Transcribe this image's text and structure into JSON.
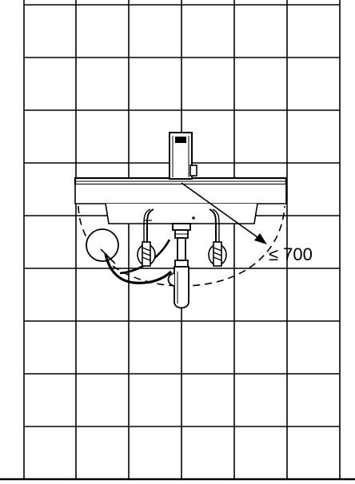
{
  "diagram": {
    "dimension_label": "≤ 700",
    "elements": {
      "wall_tiles": "tile-grid",
      "faucet": "sensor-faucet",
      "basin": "wash-basin",
      "siphon": "bottle-trap",
      "angle_valves": [
        "angle-valve-left",
        "angle-valve-right"
      ],
      "power_unit": "control-box",
      "reach_zone": "sensor-range-arc"
    },
    "colors": {
      "line": "#000000",
      "background": "#ffffff"
    }
  }
}
